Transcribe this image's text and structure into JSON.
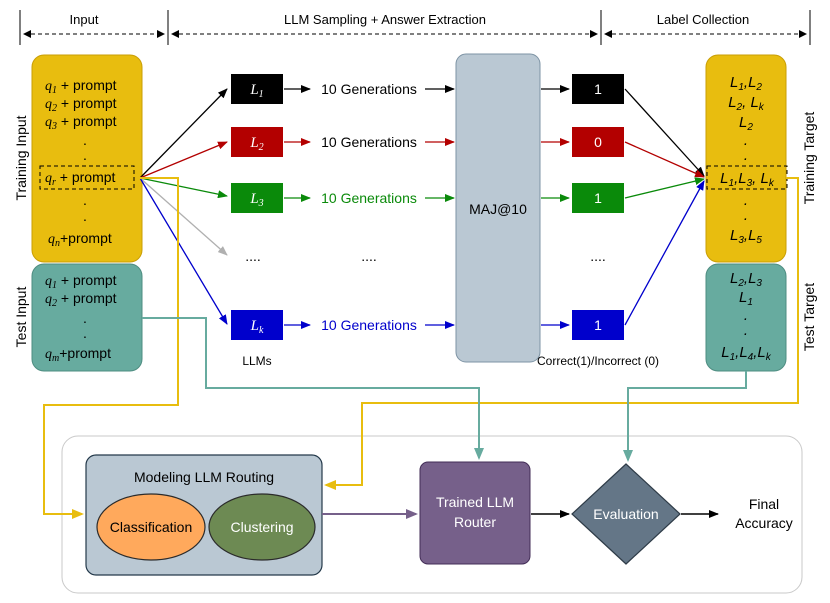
{
  "header": {
    "input": "Input",
    "sampling": "LLM Sampling + Answer Extraction",
    "label_collection": "Label Collection"
  },
  "side_labels": {
    "training_input": "Training Input",
    "test_input": "Test Input",
    "training_target": "Training Target",
    "test_target": "Test Target"
  },
  "training_input": [
    {
      "q": "q",
      "sub": "1",
      "text": " + prompt"
    },
    {
      "q": "q",
      "sub": "2",
      "text": " + prompt"
    },
    {
      "q": "q",
      "sub": "3",
      "text": " + prompt"
    },
    {
      "q": "q",
      "sub": "r",
      "text": " + prompt"
    },
    {
      "q": "q",
      "sub": "n",
      "text": "+prompt"
    }
  ],
  "test_input": [
    {
      "q": "q",
      "sub": "1",
      "text": " + prompt"
    },
    {
      "q": "q",
      "sub": "2",
      "text": " + prompt"
    },
    {
      "q": "q",
      "sub": "m",
      "text": "+prompt"
    }
  ],
  "llms": [
    {
      "name": "L",
      "sub": "1",
      "color": "#000000",
      "generations": "10 Generations",
      "label": "1"
    },
    {
      "name": "L",
      "sub": "2",
      "color": "#b30000",
      "generations": "10 Generations",
      "label": "0"
    },
    {
      "name": "L",
      "sub": "3",
      "color": "#0a8a0a",
      "generations": "10 Generations",
      "label": "1"
    },
    {
      "name": "L",
      "sub": "k",
      "color": "#0000cc",
      "generations": "10 Generations",
      "label": "1"
    }
  ],
  "ellipsis": "....",
  "llms_caption": "LLMs",
  "maj": "MAJ@10",
  "correct_caption": "Correct(1)/Incorrect (0)",
  "training_target_rows": [
    "L1,L2",
    "L2, Lk",
    "L2",
    "L1,L3, Lk",
    "L3,L5"
  ],
  "test_target_rows": [
    "L2,L3",
    "L1",
    "L1,L4,Lk"
  ],
  "bottom": {
    "modeling_title": "Modeling LLM Routing",
    "classification": "Classification",
    "clustering": "Clustering",
    "router_line1": "Trained LLM",
    "router_line2": "Router",
    "evaluation": "Evaluation",
    "final_line1": "Final",
    "final_line2": "Accuracy"
  },
  "colors": {
    "yellow_fill": "#e8bd0f",
    "yellow_stroke": "#c99e05",
    "teal_fill": "#67ab9f",
    "teal_stroke": "#4e8d81",
    "steel_fill": "#bac8d3",
    "purple_fill": "#76608a",
    "diamond_fill": "#647687",
    "orange_fill": "#ffa95c",
    "green_fill": "#6d8a53"
  }
}
